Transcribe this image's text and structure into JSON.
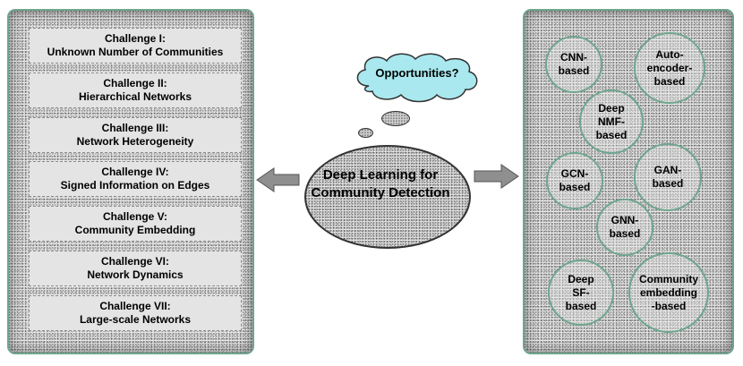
{
  "challenges": [
    {
      "title": "Challenge I:",
      "desc": "Unknown Number of Communities"
    },
    {
      "title": "Challenge II:",
      "desc": "Hierarchical Networks"
    },
    {
      "title": "Challenge III:",
      "desc": "Network Heterogeneity"
    },
    {
      "title": "Challenge IV:",
      "desc": "Signed Information on Edges"
    },
    {
      "title": "Challenge V:",
      "desc": "Community Embedding"
    },
    {
      "title": "Challenge VI:",
      "desc": "Network Dynamics"
    },
    {
      "title": "Challenge VII:",
      "desc": "Large-scale Networks"
    }
  ],
  "center": {
    "label": "Deep Learning for Community Detection"
  },
  "thought": {
    "label": "Opportunities?"
  },
  "methods": [
    "CNN-\nbased",
    "Auto-\nencoder-\nbased",
    "Deep\nNMF-\nbased",
    "GCN-\nbased",
    "GAN-\nbased",
    "GNN-\nbased",
    "Deep\nSF-\nbased",
    "Community\nembedding\n-based"
  ],
  "colors": {
    "border": "#6fa58e",
    "cloud": "#a8e8ee",
    "arrow": "#8f8f8f"
  }
}
